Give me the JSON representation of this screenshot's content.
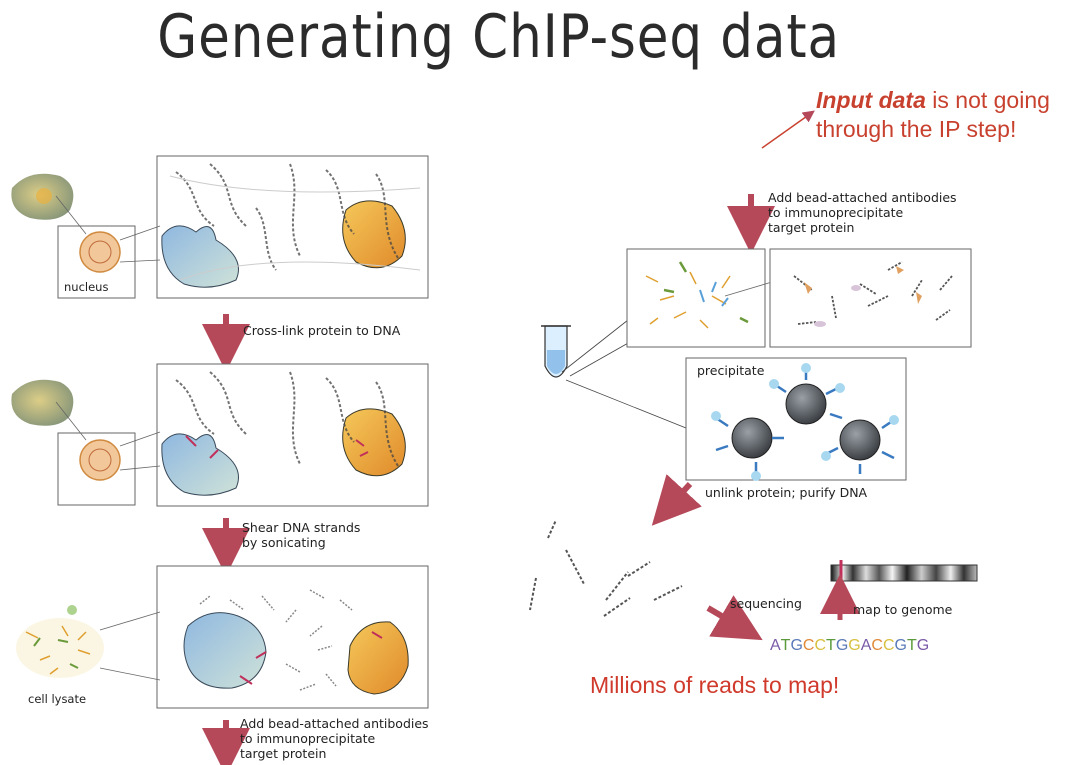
{
  "title": "Generating ChIP-seq data",
  "note": {
    "emphasis": "Input data",
    "rest": " is not going",
    "line2": "through the IP step!"
  },
  "labels": {
    "nucleus": "nucleus",
    "crosslink": "Cross-link protein to DNA",
    "shear": "Shear DNA strands\n by sonicating",
    "cell_lysate": "cell lysate",
    "add_antibodies_bottom": "Add bead-attached antibodies\nto immunoprecipitate\n target protein",
    "add_antibodies_top": "Add bead-attached antibodies\nto immunoprecipitate\n target protein",
    "precipitate": "precipitate",
    "unlink": "unlink protein; purify DNA",
    "sequencing": "sequencing",
    "map_to_genome": "map to genome",
    "millions": "Millions of reads to map!"
  },
  "sequence": {
    "letters": [
      "A",
      "T",
      "G",
      "C",
      "C",
      "T",
      "G",
      "G",
      "A",
      "C",
      "C",
      "G",
      "T",
      "G"
    ],
    "colors": [
      "#7a5aa8",
      "#5a9a3a",
      "#5a7ab8",
      "#e08a3a",
      "#d8c040",
      "#5a9a3a",
      "#5a7ab8",
      "#d8c040",
      "#7a5aa8",
      "#e08a3a",
      "#d8c040",
      "#5a7ab8",
      "#5a9a3a",
      "#7a5aa8"
    ]
  },
  "colors": {
    "arrow": "#b5495a",
    "note": "#c8412f",
    "blue_protein": "#9ec3e3",
    "orange_protein": "#f0b040",
    "bead": "#555a60",
    "antibody": "#5aa0d8"
  }
}
